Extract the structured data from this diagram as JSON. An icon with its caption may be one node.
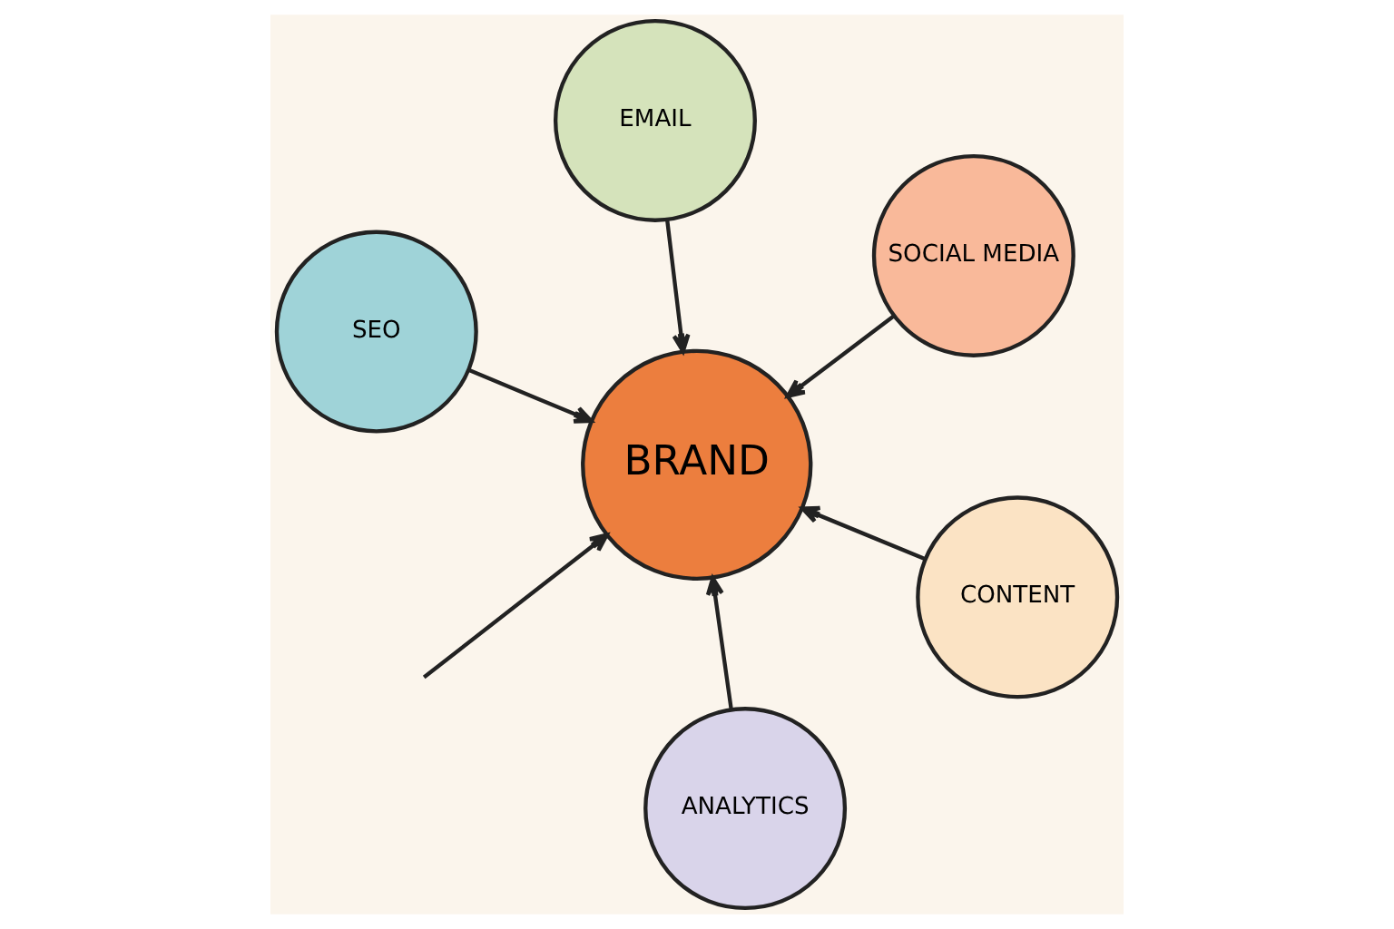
{
  "diagram": {
    "nodes": [
      {
        "text": [
          "SEO"
        ]
      },
      {
        "text": [
          "CONTENT"
        ]
      },
      {
        "text": [
          "ANALYTICS"
        ]
      },
      {
        "text": [
          "BRAND"
        ]
      },
      {
        "text": [
          "SOCIAL MEDIA"
        ]
      },
      {
        "text": [
          "EMAIL"
        ]
      }
    ],
    "edges": [
      {
        "from": 0,
        "to": 3,
        "arrow": "to"
      },
      {
        "from": 1,
        "to": 3,
        "arrow": "to"
      },
      {
        "from": 2,
        "to": 3,
        "arrow": "to"
      },
      {
        "from": 4,
        "to": 3,
        "arrow": "to"
      },
      {
        "from": 5,
        "to": 3,
        "arrow": "to"
      },
      {
        "from": null,
        "to": 3,
        "arrow": "to"
      }
    ]
  }
}
